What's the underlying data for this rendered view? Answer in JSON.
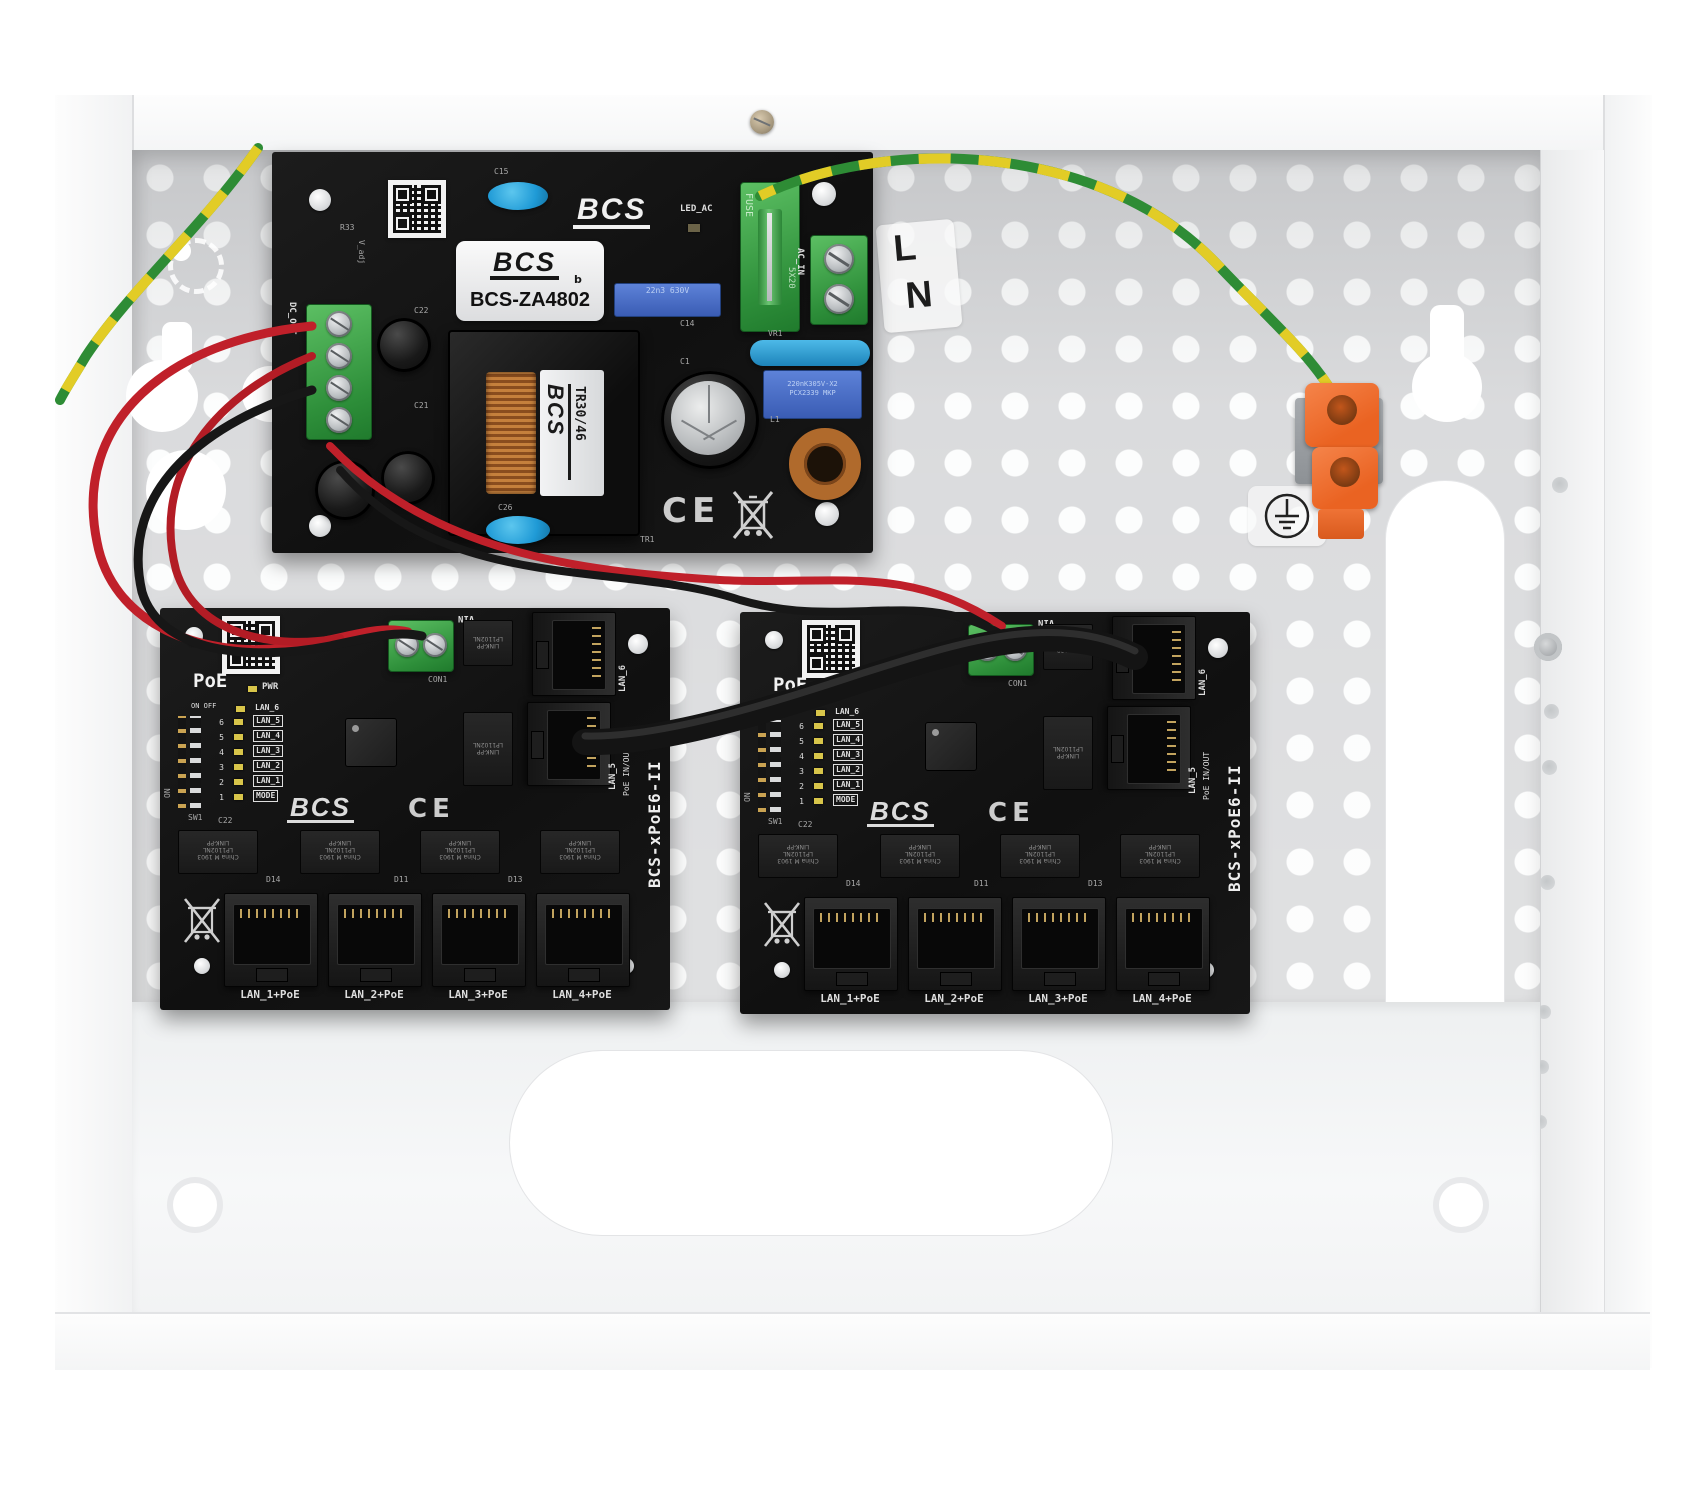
{
  "enclosure": {
    "ln_sticker": {
      "l": "L",
      "n": "N"
    }
  },
  "psu": {
    "brand_logo": "BCS",
    "label": {
      "brand": "BCS",
      "sub": "b",
      "model": "BCS-ZA4802"
    },
    "transformer_label": {
      "brand": "BCS",
      "model": "TR30/46"
    },
    "cap14_text": "22n3 630V",
    "capx2_line1": "220nK305V-X2",
    "capx2_line2": "PCX2339 MKP",
    "silk": {
      "led_ac": "LED_AC",
      "dc_out": "DC_OUT",
      "ac_in": "AC_IN",
      "fuse_line1": "FUSE",
      "fuse_line2": "5X20",
      "r33": "R33",
      "v_adj": "V_adj",
      "c22": "C22",
      "c21": "C21",
      "c26": "C26",
      "c15": "C15",
      "c14": "C14",
      "c1": "C1",
      "vr1": "VR1",
      "l1": "L1",
      "tr1": "TR1",
      "ce": "CE"
    }
  },
  "poe": {
    "model": "BCS-xPoE6-II",
    "brand_logo": "BCS",
    "ce": "CE",
    "poe_label": "PoE",
    "on_off": "ON OFF",
    "pwr": "PWR",
    "led_top": "LAN_6",
    "dip_rows": [
      {
        "num": "6",
        "label": "LAN_5"
      },
      {
        "num": "5",
        "label": "LAN_4"
      },
      {
        "num": "4",
        "label": "LAN_3"
      },
      {
        "num": "3",
        "label": "LAN_2"
      },
      {
        "num": "2",
        "label": "LAN_1"
      },
      {
        "num": "1",
        "label": "MODE"
      }
    ],
    "sw1": "SW1",
    "on_label": "ON",
    "vin": "VIN",
    "con1": "CON1",
    "side_port_top": "LAN_6",
    "side_port_bottom1": "LAN_5",
    "side_port_bottom2": "PoE IN/OUT",
    "ports": [
      "LAN_1+PoE",
      "LAN_2+PoE",
      "LAN_3+PoE",
      "LAN_4+PoE"
    ],
    "module_line1": "LINK-PP",
    "module_line2": "LP1102NL",
    "module_line3": "China M 1903",
    "silk": {
      "d14": "D14",
      "d11": "D11",
      "d13": "D13",
      "c22": "C22"
    }
  }
}
